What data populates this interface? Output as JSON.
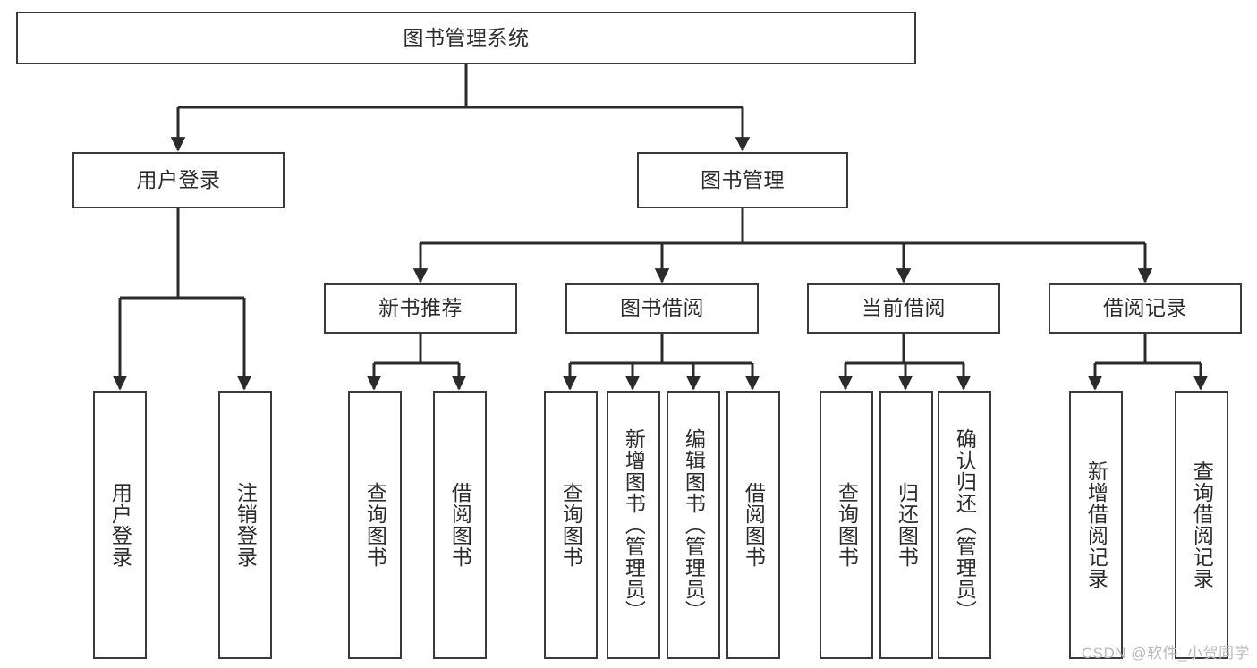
{
  "diagram": {
    "type": "hierarchy-tree",
    "title": "图书管理系统",
    "colors": {
      "box_border": "#3a3a3a",
      "box_fill": "#ffffff",
      "edge": "#2b2b2b",
      "text": "#2b2b2b",
      "watermark": "#b9b9b9",
      "background": "#ffffff"
    },
    "levels": {
      "root": {
        "label": "图书管理系统"
      },
      "level2": [
        {
          "id": "user-login",
          "label": "用户登录"
        },
        {
          "id": "book-management",
          "label": "图书管理"
        }
      ],
      "level3": [
        {
          "id": "new-book-recommend",
          "label": "新书推荐"
        },
        {
          "id": "book-borrow",
          "label": "图书借阅"
        },
        {
          "id": "current-borrow",
          "label": "当前借阅"
        },
        {
          "id": "borrow-record",
          "label": "借阅记录"
        }
      ],
      "leaves": {
        "user_login": [
          {
            "id": "leaf-user-login",
            "label": "用户登录"
          },
          {
            "id": "leaf-logout",
            "label": "注销登录"
          }
        ],
        "new_book_recommend": [
          {
            "id": "leaf-query-book-1",
            "label": "查询图书"
          },
          {
            "id": "leaf-borrow-book-1",
            "label": "借阅图书"
          }
        ],
        "book_borrow": [
          {
            "id": "leaf-query-book-2",
            "label": "查询图书"
          },
          {
            "id": "leaf-add-book",
            "label": "新增图书（管理员）"
          },
          {
            "id": "leaf-edit-book",
            "label": "编辑图书（管理员）"
          },
          {
            "id": "leaf-borrow-book-2",
            "label": "借阅图书"
          }
        ],
        "current_borrow": [
          {
            "id": "leaf-query-book-3",
            "label": "查询图书"
          },
          {
            "id": "leaf-return-book",
            "label": "归还图书"
          },
          {
            "id": "leaf-confirm-return",
            "label": "确认归还（管理员）"
          }
        ],
        "borrow_record": [
          {
            "id": "leaf-add-record",
            "label": "新增借阅记录"
          },
          {
            "id": "leaf-query-record",
            "label": "查询借阅记录"
          }
        ]
      }
    }
  },
  "watermark": {
    "text": "CSDN @软件_小贺同学"
  }
}
